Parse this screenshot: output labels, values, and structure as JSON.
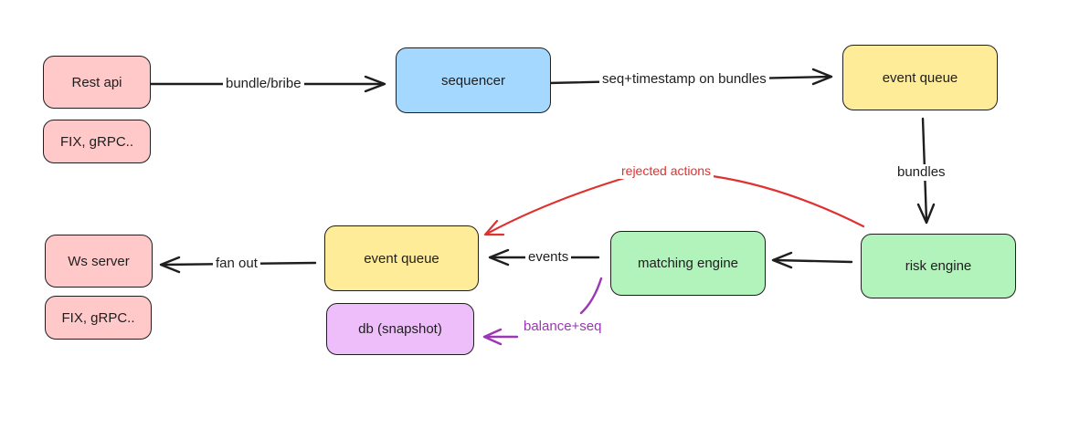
{
  "colors": {
    "pink": "#ffc9c9",
    "blue": "#a5d8ff",
    "yellow": "#ffec99",
    "green": "#b2f2bb",
    "purple": "#eebefa",
    "stroke": "#1e1e1e",
    "red_arrow": "#e03131",
    "purple_arrow": "#9c36b5"
  },
  "nodes": {
    "rest_api": "Rest api",
    "fix_grpc_top": "FIX, gRPC..",
    "sequencer": "sequencer",
    "event_queue_top": "event queue",
    "risk_engine": "risk engine",
    "matching_engine": "matching engine",
    "event_queue_bottom": "event queue",
    "db_snapshot": "db (snapshot)",
    "ws_server": "Ws server",
    "fix_grpc_bottom": "FIX, gRPC.."
  },
  "edges": {
    "bundle_bribe": "bundle/bribe",
    "seq_timestamp": "seq+timestamp on bundles",
    "bundles": "bundles",
    "events": "events",
    "fan_out": "fan out",
    "rejected_actions": "rejected actions",
    "balance_seq": "balance+seq"
  }
}
